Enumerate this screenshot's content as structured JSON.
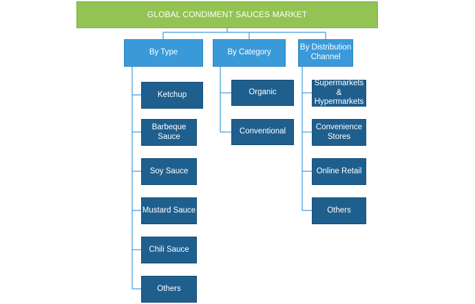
{
  "diagram": {
    "root": "GLOBAL CONDIMENT SAUCES MARKET",
    "branches": [
      {
        "label": "By Type",
        "children": [
          "Ketchup",
          "Barbeque Sauce",
          "Soy Sauce",
          "Mustard Sauce",
          "Chili Sauce",
          "Others"
        ]
      },
      {
        "label": "By Category",
        "children": [
          "Organic",
          "Conventional"
        ]
      },
      {
        "label": "By Distribution Channel",
        "children": [
          "Supermarkets & Hypermarkets",
          "Convenience Stores",
          "Online Retail",
          "Others"
        ]
      }
    ]
  },
  "colors": {
    "root_fill": "#92c353",
    "branch_fill": "#3a9ad9",
    "leaf_fill": "#1e5f8e",
    "connector": "#3a9ad9"
  }
}
